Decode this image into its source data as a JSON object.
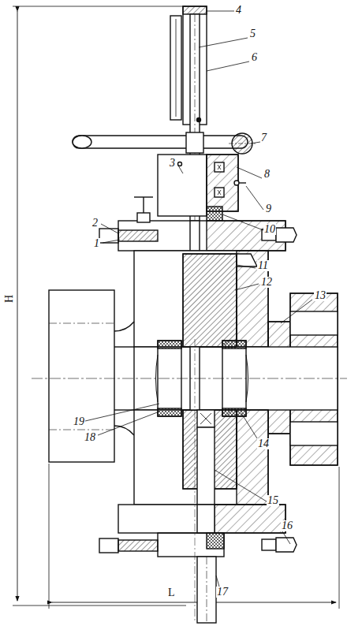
{
  "diagram": {
    "labels": [
      "1",
      "2",
      "3",
      "4",
      "5",
      "6",
      "7",
      "8",
      "9",
      "10",
      "11",
      "12",
      "13",
      "14",
      "15",
      "16",
      "17",
      "18",
      "19",
      "H",
      "L"
    ]
  }
}
